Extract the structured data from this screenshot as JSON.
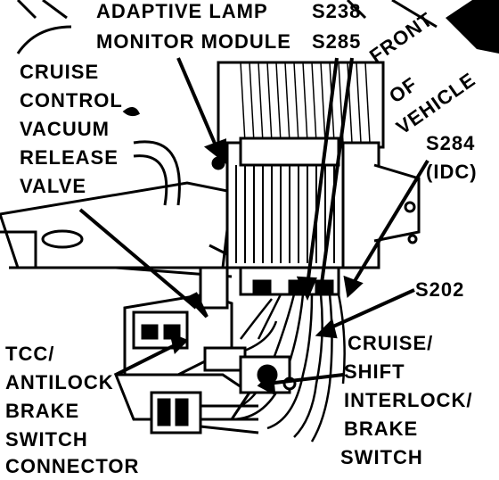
{
  "labels": {
    "adaptive_lamp_line1": "ADAPTIVE LAMP",
    "adaptive_lamp_line2": "MONITOR MODULE",
    "splice_s238": "S238",
    "splice_s285": "S285",
    "front_of_vehicle_line1": "FRONT",
    "front_of_vehicle_line2": "OF",
    "front_of_vehicle_line3": "VEHICLE",
    "cruise_vacuum_line1": "CRUISE",
    "cruise_vacuum_line2": "CONTROL",
    "cruise_vacuum_line3": "VACUUM",
    "cruise_vacuum_line4": "RELEASE",
    "cruise_vacuum_line5": "VALVE",
    "splice_s284_line1": "S284",
    "splice_s284_line2": "(IDC)",
    "splice_s202": "S202",
    "tcc_line1": "TCC/",
    "tcc_line2": "ANTILOCK",
    "tcc_line3": "BRAKE",
    "tcc_line4": "SWITCH",
    "tcc_line5": "CONNECTOR",
    "cruise_shift_line1": "CRUISE/",
    "cruise_shift_line2": "SHIFT",
    "cruise_shift_line3": "INTERLOCK/",
    "cruise_shift_line4": "BRAKE",
    "cruise_shift_line5": "SWITCH"
  },
  "colors": {
    "ink": "#000000",
    "paper": "#ffffff"
  }
}
